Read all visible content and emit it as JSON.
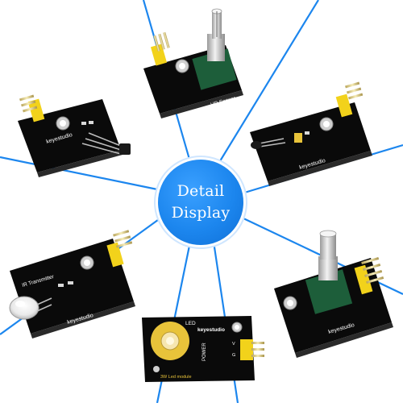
{
  "badge": {
    "line1": "Detail",
    "line2": "Display"
  },
  "labels": {
    "ur_sensor": "UR Sensor",
    "keyestudio": "keyestudio",
    "ir_transmitter": "IR Transmitter",
    "led": "LED",
    "power": "POWER",
    "pin_v": "V",
    "pin_g": "G",
    "led_module": "3W Led module"
  },
  "colors": {
    "divider": "#1c86ee",
    "badge": "#1c86ee",
    "pcb": "#0a0a0a",
    "header": "#f2d21b",
    "silver": "#c9c9c9",
    "chip": "#e8c33a"
  },
  "icons": {
    "rotary-encoder-module": "rotary-encoder-icon",
    "temperature-sensor-module": "thermistor-icon",
    "ir-transmitter-module": "ir-led-icon",
    "potentiometer-module": "potentiometer-icon",
    "hall-sensor-module": "hall-sensor-icon",
    "power-led-module": "led-chip-icon"
  }
}
